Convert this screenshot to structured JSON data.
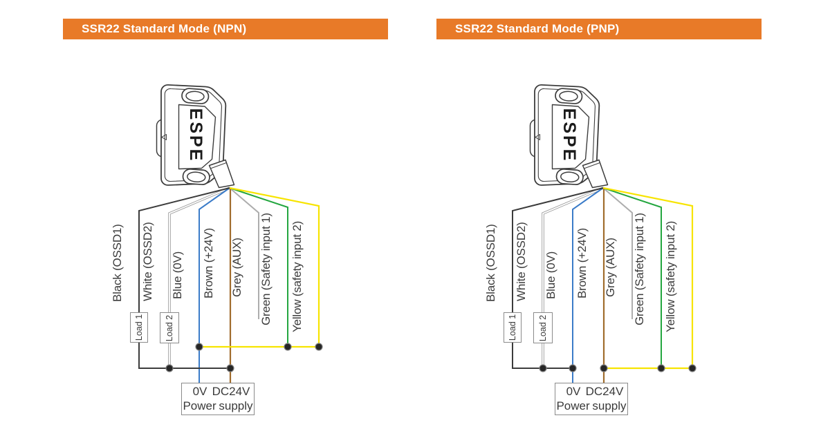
{
  "colors": {
    "banner": "#E87A28",
    "banner_text": "#FFFFFF",
    "device_outline": "#3C3C3C",
    "device_brand_text": "#1A1A1A",
    "label_text": "#3A3A3A",
    "junction_dot": "#262626",
    "box_border": "#8A8A8A"
  },
  "diagrams": [
    {
      "title": "SSR22 Standard Mode (NPN)",
      "device_brand": "ESPE",
      "wires": [
        {
          "name": "black",
          "label": "Black (OSSD1)",
          "color": "#3B3B3B"
        },
        {
          "name": "white",
          "label": "White (OSSD2)",
          "color": "#FFFFFF",
          "casing_color": "#9C9C9C"
        },
        {
          "name": "blue",
          "label": "Blue (0V)",
          "color": "#3A7BC8"
        },
        {
          "name": "brown",
          "label": "Brown (+24V)",
          "color": "#A06C2C"
        },
        {
          "name": "grey",
          "label": "Grey (AUX)",
          "color": "#ADADAD"
        },
        {
          "name": "green",
          "label": "Green (Safety input 1)",
          "color": "#23A63F"
        },
        {
          "name": "yellow",
          "label": "Yellow (safety input 2)",
          "color": "#F7E400"
        }
      ],
      "loads": [
        "Load 1",
        "Load 2"
      ],
      "power_supply": {
        "terminal_left": "0V",
        "terminal_right": "DC24V",
        "caption": "Power supply"
      }
    },
    {
      "title": "SSR22 Standard Mode (PNP)",
      "device_brand": "ESPE",
      "wires": [
        {
          "name": "black",
          "label": "Black (OSSD1)",
          "color": "#3B3B3B"
        },
        {
          "name": "white",
          "label": "White (OSSD2)",
          "color": "#FFFFFF",
          "casing_color": "#9C9C9C"
        },
        {
          "name": "blue",
          "label": "Blue (0V)",
          "color": "#3A7BC8"
        },
        {
          "name": "brown",
          "label": "Brown (+24V)",
          "color": "#A06C2C"
        },
        {
          "name": "grey",
          "label": "Grey (AUX)",
          "color": "#ADADAD"
        },
        {
          "name": "green",
          "label": "Green (Safety input 1)",
          "color": "#23A63F"
        },
        {
          "name": "yellow",
          "label": "Yellow (safety input 2)",
          "color": "#F7E400"
        }
      ],
      "loads": [
        "Load 1",
        "Load 2"
      ],
      "power_supply": {
        "terminal_left": "0V",
        "terminal_right": "DC24V",
        "caption": "Power supply"
      }
    }
  ]
}
